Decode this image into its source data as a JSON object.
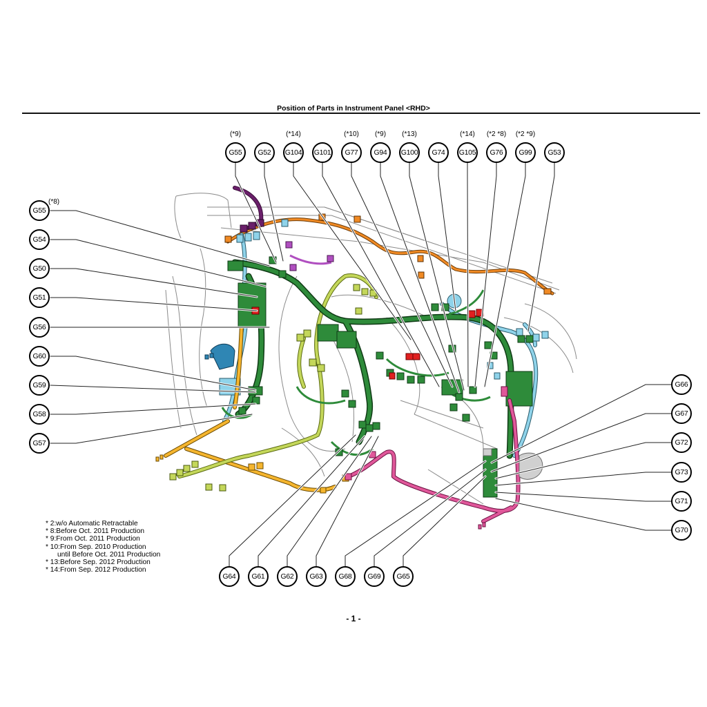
{
  "page": {
    "title": "Position of Parts in Instrument Panel <RHD>",
    "page_number": "- 1 -"
  },
  "colors": {
    "harness_green": "#2e8b3a",
    "harness_light_blue": "#8fd3ea",
    "harness_blue": "#2f86b4",
    "harness_orange": "#f08a24",
    "harness_yellow": "#f5b52e",
    "harness_yellow_green": "#c4d75a",
    "harness_purple": "#6a1f6a",
    "harness_violet": "#b04fc0",
    "harness_pink": "#e0579a",
    "connector_red": "#e02020",
    "outline_gray": "#888888"
  },
  "callouts": {
    "top": [
      {
        "id": "G55",
        "note": "(*9)"
      },
      {
        "id": "G52",
        "note": ""
      },
      {
        "id": "G104",
        "note": "(*14)"
      },
      {
        "id": "G101",
        "note": ""
      },
      {
        "id": "G77",
        "note": "(*10)"
      },
      {
        "id": "G94",
        "note": "(*9)"
      },
      {
        "id": "G100",
        "note": "(*13)"
      },
      {
        "id": "G74",
        "note": ""
      },
      {
        "id": "G105",
        "note": "(*14)"
      },
      {
        "id": "G76",
        "note": "(*2 *8)"
      },
      {
        "id": "G99",
        "note": "(*2 *9)"
      },
      {
        "id": "G53",
        "note": ""
      }
    ],
    "left": [
      {
        "id": "G55",
        "note": "(*8)"
      },
      {
        "id": "G54",
        "note": ""
      },
      {
        "id": "G50",
        "note": ""
      },
      {
        "id": "G51",
        "note": ""
      },
      {
        "id": "G56",
        "note": ""
      },
      {
        "id": "G60",
        "note": ""
      },
      {
        "id": "G59",
        "note": ""
      },
      {
        "id": "G58",
        "note": ""
      },
      {
        "id": "G57",
        "note": ""
      }
    ],
    "right": [
      {
        "id": "G66",
        "note": ""
      },
      {
        "id": "G67",
        "note": ""
      },
      {
        "id": "G72",
        "note": ""
      },
      {
        "id": "G73",
        "note": ""
      },
      {
        "id": "G71",
        "note": ""
      },
      {
        "id": "G70",
        "note": ""
      }
    ],
    "bottom": [
      {
        "id": "G64",
        "note": ""
      },
      {
        "id": "G61",
        "note": ""
      },
      {
        "id": "G62",
        "note": ""
      },
      {
        "id": "G63",
        "note": ""
      },
      {
        "id": "G68",
        "note": ""
      },
      {
        "id": "G69",
        "note": ""
      },
      {
        "id": "G65",
        "note": ""
      }
    ]
  },
  "legend": [
    "* 2:w/o Automatic Retractable",
    "* 8:Before Oct. 2011 Production",
    "* 9:From Oct. 2011 Production",
    "* 10:From Sep. 2010 Production",
    "      until Before Oct. 2011 Production",
    "* 13:Before Sep. 2012 Production",
    "* 14:From Sep. 2012 Production"
  ]
}
